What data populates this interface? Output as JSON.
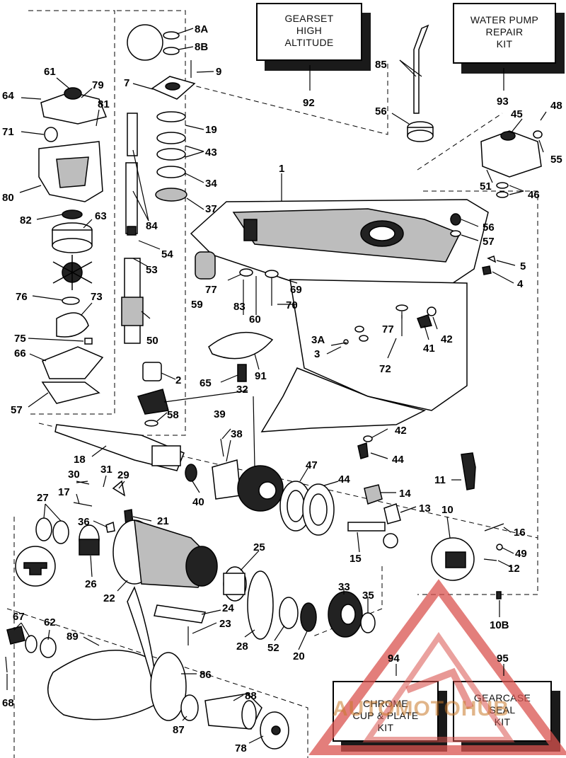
{
  "callouts": {
    "c1": "1",
    "c2": "2",
    "c3": "3",
    "c3a": "3A",
    "c4": "4",
    "c5": "5",
    "c7": "7",
    "c8a": "8A",
    "c8b": "8B",
    "c9": "9",
    "c10": "10",
    "c10b": "10B",
    "c11": "11",
    "c12": "12",
    "c13": "13",
    "c14": "14",
    "c15": "15",
    "c16": "16",
    "c17": "17",
    "c18": "18",
    "c19": "19",
    "c20": "20",
    "c21": "21",
    "c22": "22",
    "c23": "23",
    "c24": "24",
    "c25": "25",
    "c26": "26",
    "c27": "27",
    "c28": "28",
    "c29": "29",
    "c30": "30",
    "c31": "31",
    "c32": "32",
    "c33": "33",
    "c34": "34",
    "c35": "35",
    "c36": "36",
    "c37": "37",
    "c38": "38",
    "c39": "39",
    "c40": "40",
    "c41": "41",
    "c42a": "42",
    "c42b": "42",
    "c43": "43",
    "c44a": "44",
    "c44b": "44",
    "c45": "45",
    "c46": "46",
    "c47": "47",
    "c48": "48",
    "c49": "49",
    "c50": "50",
    "c51": "51",
    "c52": "52",
    "c53": "53",
    "c54": "54",
    "c55": "55",
    "c56a": "56",
    "c56b": "56",
    "c57a": "57",
    "c57b": "57",
    "c58": "58",
    "c59": "59",
    "c60": "60",
    "c61": "61",
    "c62": "62",
    "c63": "63",
    "c64": "64",
    "c65": "65",
    "c66": "66",
    "c67": "67",
    "c68": "68",
    "c69": "69",
    "c70": "70",
    "c71": "71",
    "c72": "72",
    "c73": "73",
    "c75": "75",
    "c76": "76",
    "c77a": "77",
    "c77b": "77",
    "c78": "78",
    "c79": "79",
    "c80": "80",
    "c81": "81",
    "c82": "82",
    "c83": "83",
    "c84": "84",
    "c85": "85",
    "c86": "86",
    "c87": "87",
    "c88": "88",
    "c89": "89",
    "c91": "91",
    "c92": "92",
    "c93": "93",
    "c94": "94",
    "c95": "95"
  },
  "kits": {
    "gearset": [
      "GEARSET",
      "HIGH",
      "ALTITUDE"
    ],
    "water_pump": [
      "WATER PUMP",
      "REPAIR",
      "KIT"
    ],
    "chrome": [
      "CHROME",
      "CUP & PLATE",
      "KIT"
    ],
    "gearcase_seal": [
      "GEARCASE",
      "SEAL",
      "KIT"
    ]
  },
  "watermark": {
    "text": "AUTOMOTOHUB",
    "color": "#d9534f"
  },
  "colors": {
    "ink": "#000000",
    "background": "#ffffff",
    "watermark_red": "#d9534f"
  }
}
